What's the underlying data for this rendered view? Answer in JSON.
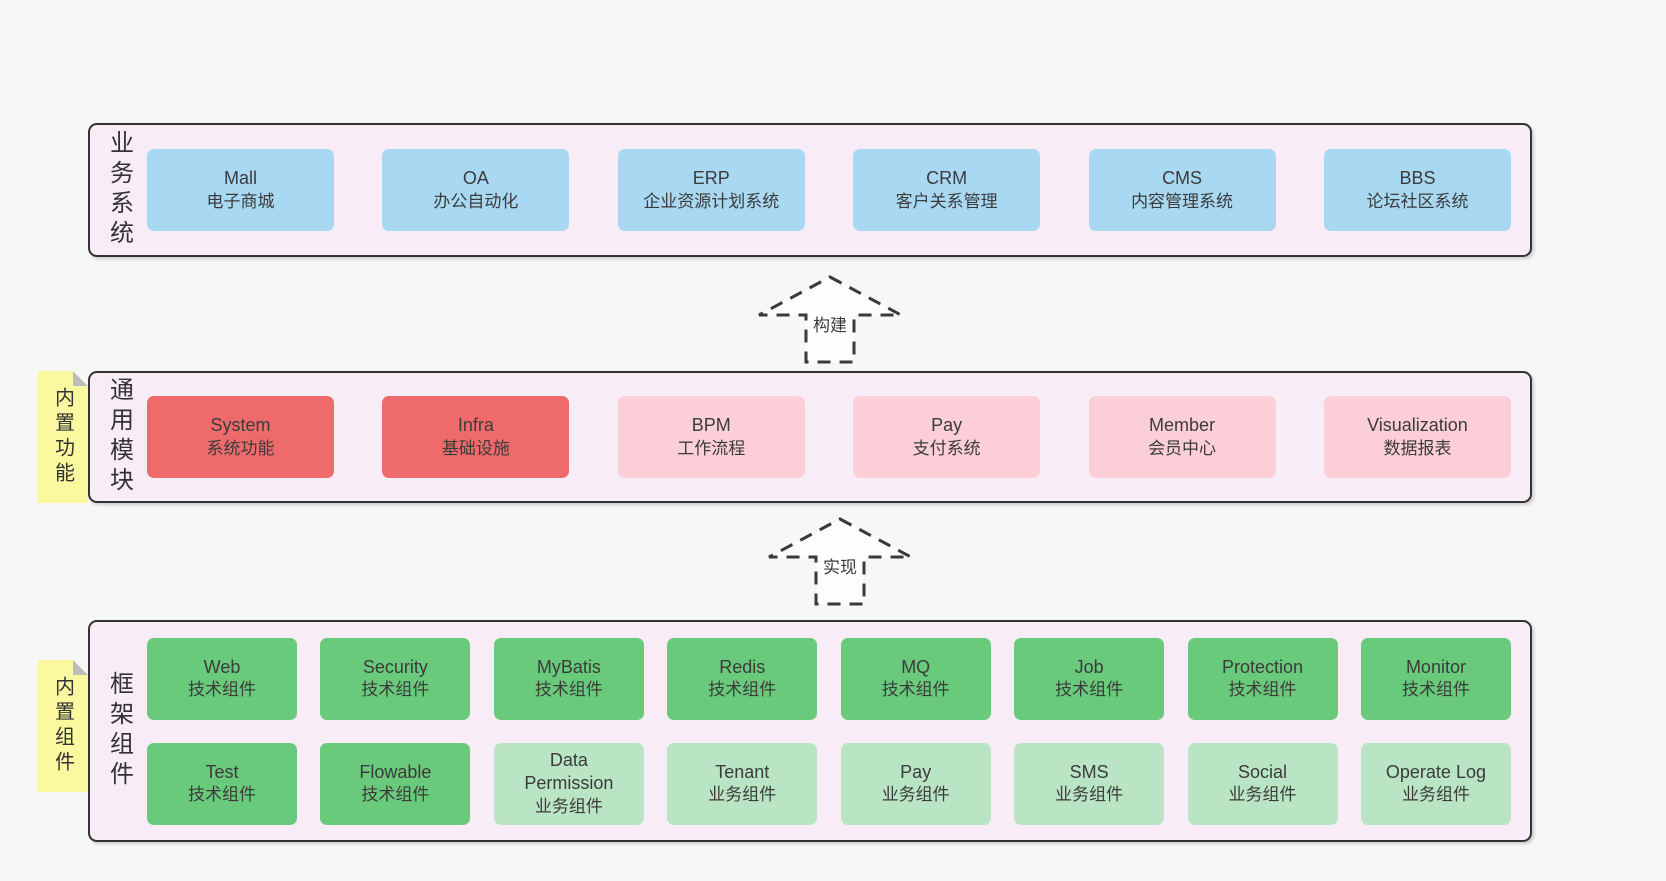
{
  "colors": {
    "page_bg": "#f7f7f7",
    "band_bg": "#f8edf6",
    "band_border": "#333333",
    "blue": "#a8d8f2",
    "red": "#ef6b6b",
    "pink": "#fbced8",
    "green": "#6aca7c",
    "light_green": "#bae5c4",
    "sticky_yellow": "#fbf9a0",
    "sticky_fold": "#bdbdbd",
    "text": "#3b3b3b"
  },
  "arrows": [
    {
      "label": "构建"
    },
    {
      "label": "实现"
    }
  ],
  "bands": [
    {
      "side_label": "业务系统",
      "rows": [
        [
          {
            "title": "Mall",
            "sub": "电子商城",
            "variant": "blue"
          },
          {
            "title": "OA",
            "sub": "办公自动化",
            "variant": "blue"
          },
          {
            "title": "ERP",
            "sub": "企业资源计划系统",
            "variant": "blue"
          },
          {
            "title": "CRM",
            "sub": "客户关系管理",
            "variant": "blue"
          },
          {
            "title": "CMS",
            "sub": "内容管理系统",
            "variant": "blue"
          },
          {
            "title": "BBS",
            "sub": "论坛社区系统",
            "variant": "blue"
          }
        ]
      ]
    },
    {
      "side_label": "通用模块",
      "sticky": "内置功能",
      "rows": [
        [
          {
            "title": "System",
            "sub": "系统功能",
            "variant": "red"
          },
          {
            "title": "Infra",
            "sub": "基础设施",
            "variant": "red"
          },
          {
            "title": "BPM",
            "sub": "工作流程",
            "variant": "pink"
          },
          {
            "title": "Pay",
            "sub": "支付系统",
            "variant": "pink"
          },
          {
            "title": "Member",
            "sub": "会员中心",
            "variant": "pink"
          },
          {
            "title": "Visualization",
            "sub": "数据报表",
            "variant": "pink"
          }
        ]
      ]
    },
    {
      "side_label": "框架组件",
      "sticky": "内置组件",
      "rows": [
        [
          {
            "title": "Web",
            "sub": "技术组件",
            "variant": "green"
          },
          {
            "title": "Security",
            "sub": "技术组件",
            "variant": "green"
          },
          {
            "title": "MyBatis",
            "sub": "技术组件",
            "variant": "green"
          },
          {
            "title": "Redis",
            "sub": "技术组件",
            "variant": "green"
          },
          {
            "title": "MQ",
            "sub": "技术组件",
            "variant": "green"
          },
          {
            "title": "Job",
            "sub": "技术组件",
            "variant": "green"
          },
          {
            "title": "Protection",
            "sub": "技术组件",
            "variant": "green"
          },
          {
            "title": "Monitor",
            "sub": "技术组件",
            "variant": "green"
          }
        ],
        [
          {
            "title": "Test",
            "sub": "技术组件",
            "variant": "green"
          },
          {
            "title": "Flowable",
            "sub": "技术组件",
            "variant": "green"
          },
          {
            "title": "Data\nPermission",
            "sub": "业务组件",
            "variant": "lightgreen"
          },
          {
            "title": "Tenant",
            "sub": "业务组件",
            "variant": "lightgreen"
          },
          {
            "title": "Pay",
            "sub": "业务组件",
            "variant": "lightgreen"
          },
          {
            "title": "SMS",
            "sub": "业务组件",
            "variant": "lightgreen"
          },
          {
            "title": "Social",
            "sub": "业务组件",
            "variant": "lightgreen"
          },
          {
            "title": "Operate Log",
            "sub": "业务组件",
            "variant": "lightgreen"
          }
        ]
      ]
    }
  ]
}
